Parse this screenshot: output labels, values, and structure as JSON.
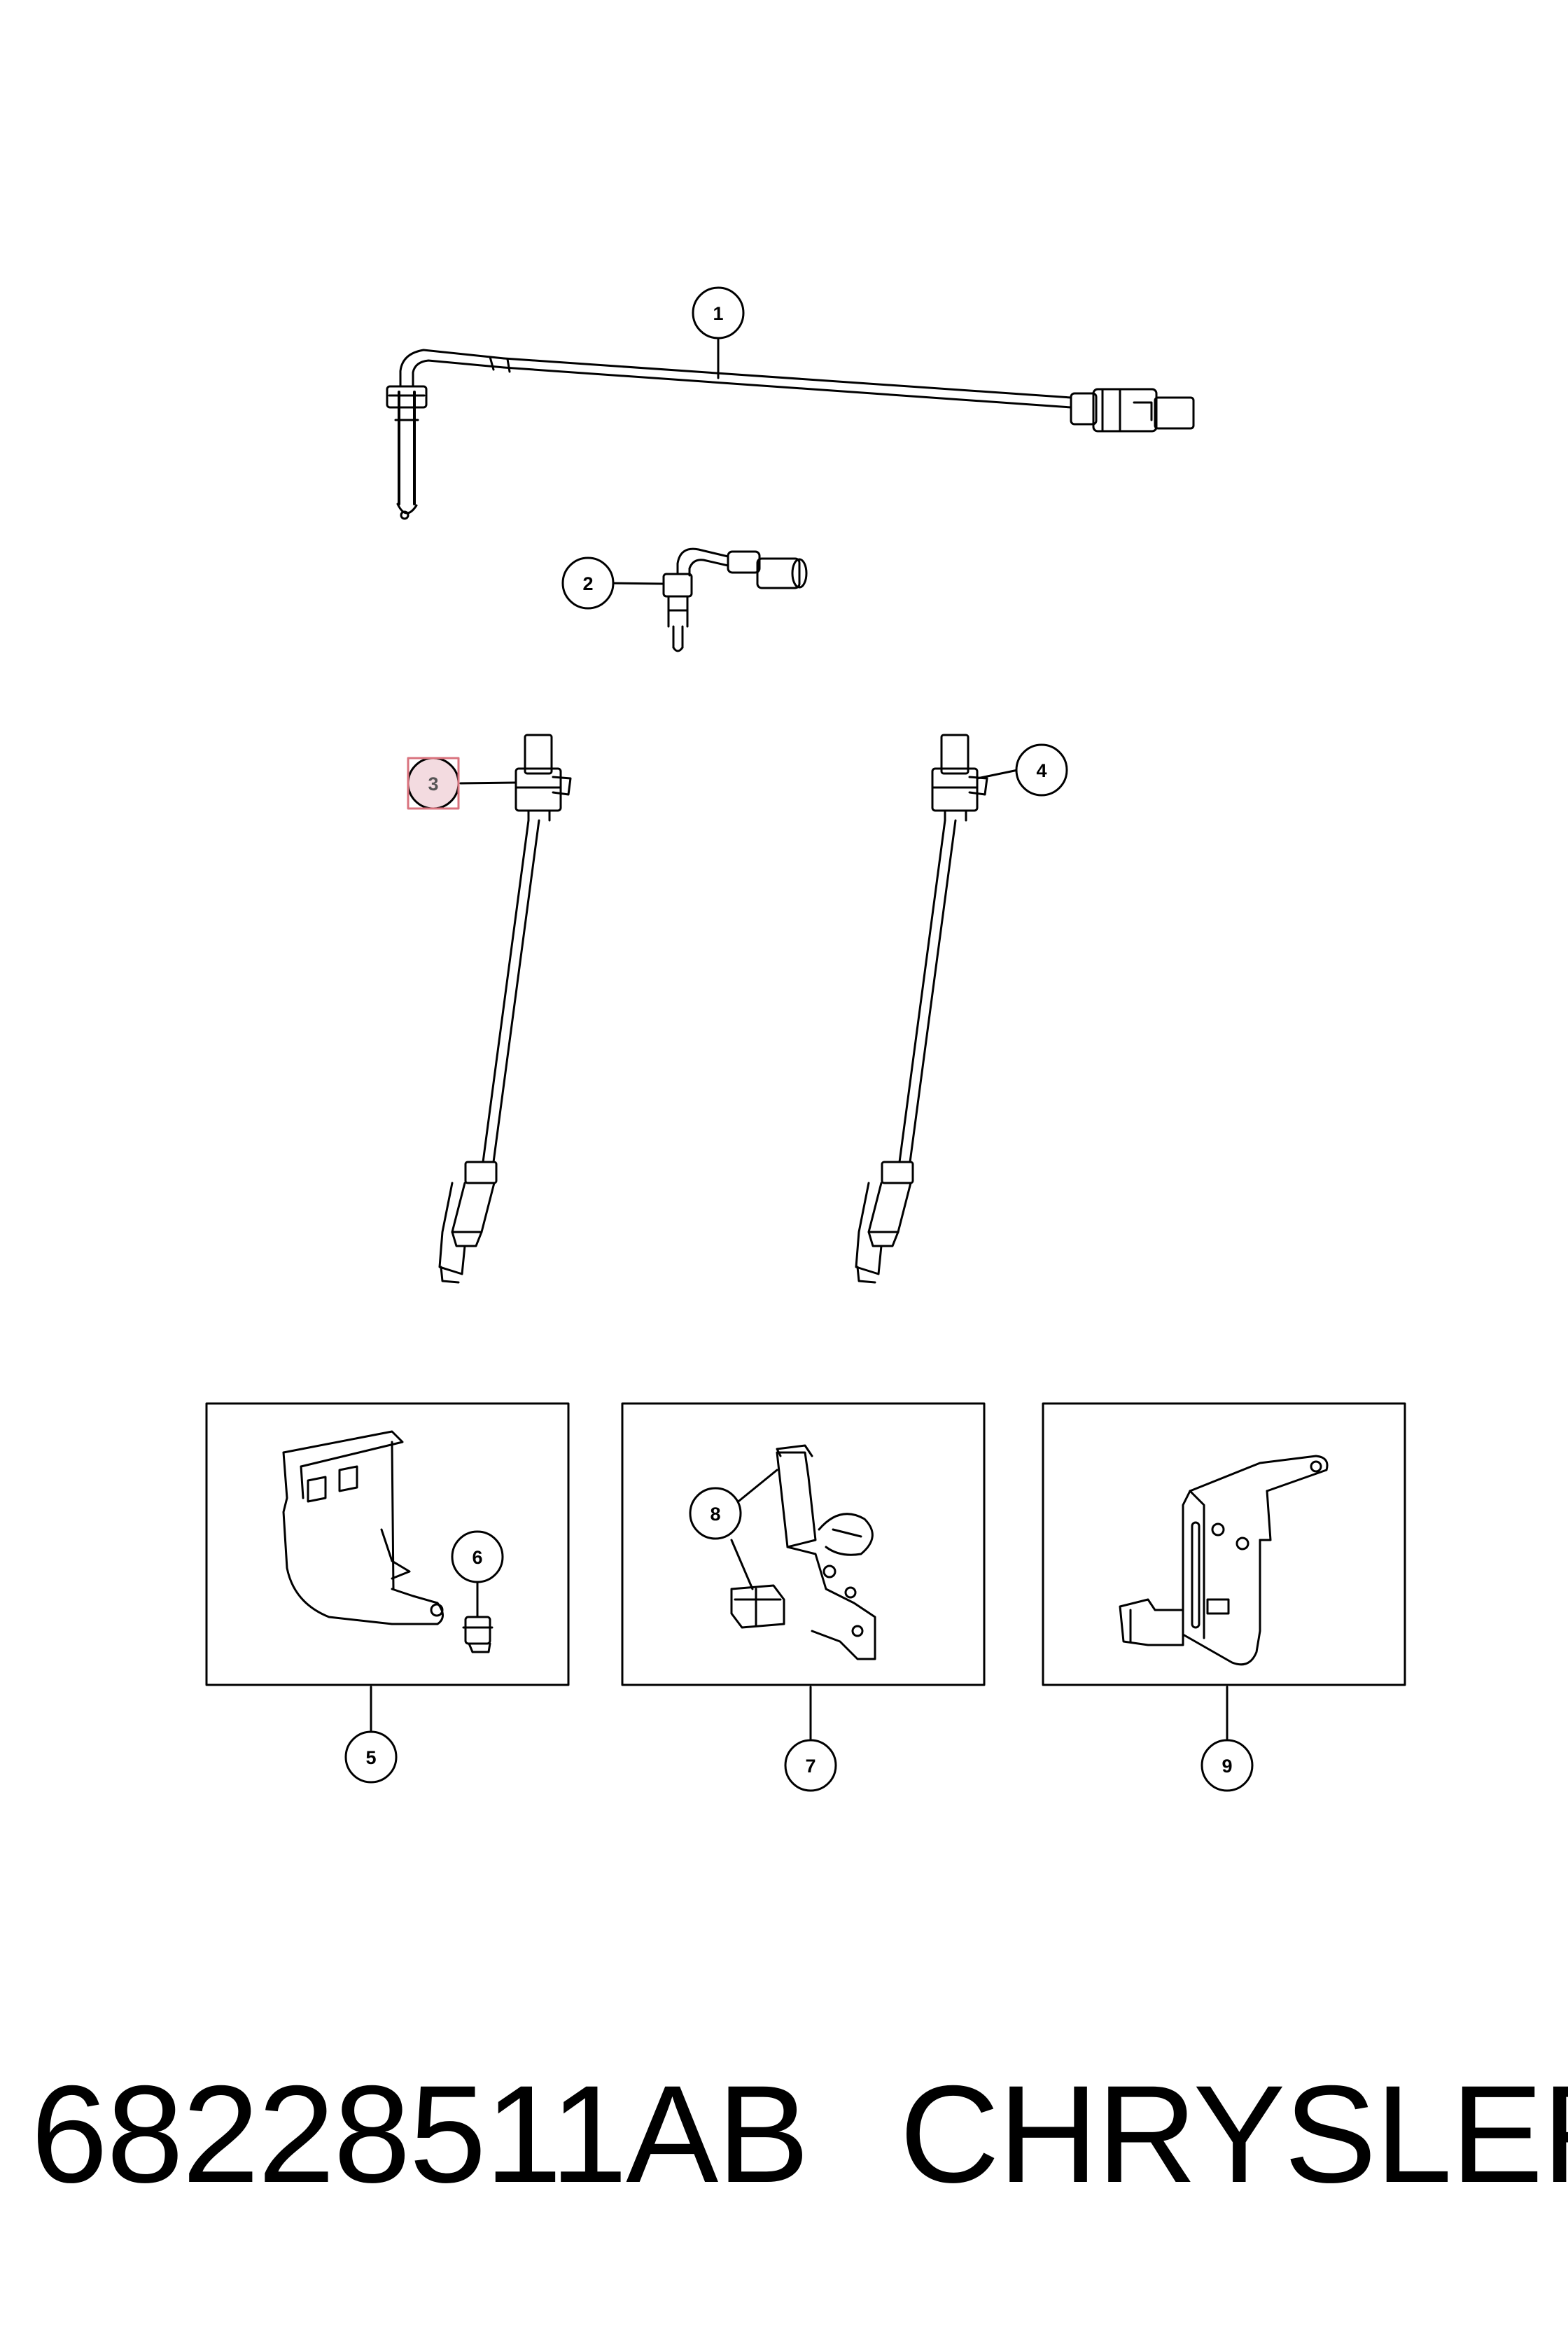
{
  "footer": {
    "part_number": "68228511AB",
    "brand": "CHRYSLER"
  },
  "callouts": [
    {
      "id": "1",
      "label": "1",
      "highlighted": false
    },
    {
      "id": "2",
      "label": "2",
      "highlighted": false
    },
    {
      "id": "3",
      "label": "3",
      "highlighted": true
    },
    {
      "id": "4",
      "label": "4",
      "highlighted": false
    },
    {
      "id": "5",
      "label": "5",
      "highlighted": false
    },
    {
      "id": "6",
      "label": "6",
      "highlighted": false
    },
    {
      "id": "7",
      "label": "7",
      "highlighted": false
    },
    {
      "id": "8",
      "label": "8",
      "highlighted": false
    },
    {
      "id": "9",
      "label": "9",
      "highlighted": false
    }
  ],
  "colors": {
    "line": "#000000",
    "highlight_fill": "#f3dbe0",
    "highlight_border": "#d9737e",
    "background": "#ffffff"
  }
}
